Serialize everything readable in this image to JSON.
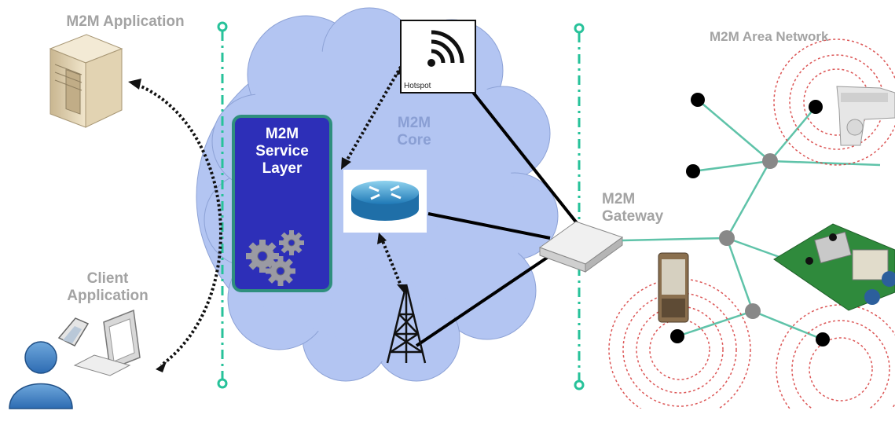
{
  "labels": {
    "m2m_application": "M2M Application",
    "client_line1": "Client",
    "client_line2": "Application",
    "core_line1": "M2M",
    "core_line2": "Core",
    "service_line1": "M2M",
    "service_line2": "Service",
    "service_line3": "Layer",
    "hotspot": "Hotspot",
    "gateway_line1": "M2M",
    "gateway_line2": "Gateway",
    "area_network": "M2M Area Network"
  },
  "colors": {
    "cloud": "#b3c5f2",
    "service_layer": "#2d2fb8",
    "service_border": "#2f8f7e",
    "boundary": "#27c29a",
    "area_links": "#5fc3a9",
    "signal_waves": "#d63a3a"
  },
  "icons": {
    "server": "server-icon",
    "user": "user-icon",
    "phone": "phone-icon",
    "computer": "computer-icon",
    "hotspot": "wifi-icon",
    "router": "router-icon",
    "tower": "cell-tower-icon",
    "gateway": "gateway-icon",
    "gears": "gears-icon",
    "handheld": "handheld-device-icon",
    "robot_arm": "robot-arm-icon",
    "circuit_board": "circuit-board-icon"
  }
}
